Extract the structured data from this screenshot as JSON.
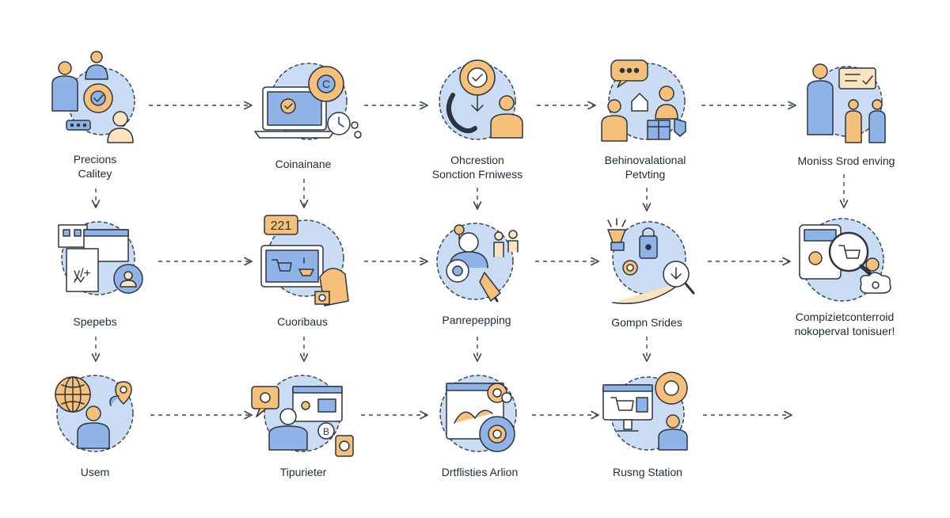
{
  "nodes": [
    {
      "id": "n1",
      "icon": "team-gear-icon",
      "lines": [
        "Precions",
        "Calitey"
      ]
    },
    {
      "id": "n2",
      "icon": "laptop-gear-clock-icon",
      "lines": [
        "Coinainane"
      ]
    },
    {
      "id": "n3",
      "icon": "gear-phone-person-icon",
      "lines": [
        "Ohcrestion",
        "Sonction Frniwess"
      ]
    },
    {
      "id": "n4",
      "icon": "chat-family-home-icon",
      "lines": [
        "Behinovalational",
        "Petvting"
      ]
    },
    {
      "id": "n5",
      "icon": "presenter-children-icon",
      "lines": [
        "Moniss Srod enving"
      ]
    },
    {
      "id": "n6",
      "icon": "documents-person-icon",
      "lines": [
        "Spepebs"
      ]
    },
    {
      "id": "n7",
      "icon": "tablet-cart-counter-icon",
      "lines": [
        "Cuoribaus"
      ]
    },
    {
      "id": "n8",
      "icon": "people-idea-icon",
      "lines": [
        "Panrepepping"
      ]
    },
    {
      "id": "n9",
      "icon": "hand-idea-lock-icon",
      "lines": [
        "Gompn Srides"
      ]
    },
    {
      "id": "n10",
      "icon": "device-cart-search-icon",
      "lines": [
        "Compizietconterroid",
        "nokopervaI tonisuer!"
      ]
    },
    {
      "id": "n11",
      "icon": "globe-person-location-icon",
      "lines": [
        "Usem"
      ]
    },
    {
      "id": "n12",
      "icon": "person-browser-chat-icon",
      "lines": [
        "Tipurieter"
      ]
    },
    {
      "id": "n13",
      "icon": "browser-gears-icon",
      "lines": [
        "Drtflisties Arlion"
      ]
    },
    {
      "id": "n14",
      "icon": "monitor-cart-person-icon",
      "lines": [
        "Rusng Station"
      ]
    }
  ],
  "colors": {
    "circle_fill": "#c9dcf4",
    "circle_dash": "#3b4754",
    "accent_blue": "#8fb3e6",
    "accent_orange": "#f5c07a",
    "outline": "#2b3540",
    "connector": "#3b4754",
    "text": "#1f2a36"
  }
}
